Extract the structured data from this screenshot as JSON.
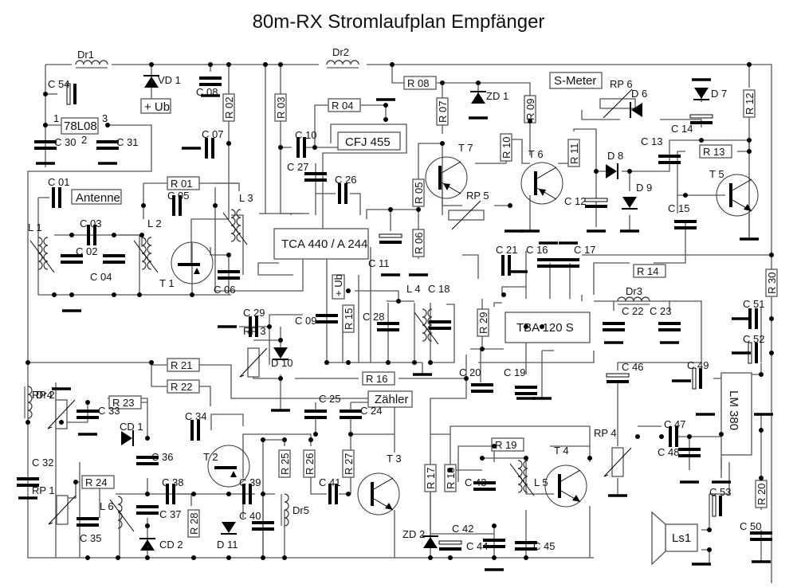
{
  "title": "80m-RX  Stromlaufplan Empfänger",
  "modules": {
    "regulator": "78L08",
    "ceramic_filter": "CFJ 455",
    "if_ic": "TCA 440 / A 244",
    "fm_demod_ic": "TBA 120 S",
    "audio_amp_ic": "LM 380",
    "speaker": "Ls1"
  },
  "terminals": {
    "antenna": "Antenne",
    "supply": "+ Ub",
    "supply2": "+ Ub",
    "s_meter": "S-Meter",
    "counter": "Zähler"
  },
  "regulator_pins": {
    "in": "1",
    "gnd": "2",
    "out": "3"
  },
  "resistors": [
    "R 01",
    "R 02",
    "R 03",
    "R 04",
    "R 05",
    "R 06",
    "R 07",
    "R 08",
    "R 09",
    "R 10",
    "R 11",
    "R 12",
    "R 13",
    "R 14",
    "R 15",
    "R 16",
    "R 17",
    "R 18",
    "R 19",
    "R 20",
    "R 21",
    "R 22",
    "R 23",
    "R 24",
    "R 25",
    "R 26",
    "R 27",
    "R 28",
    "R 29",
    "R 30"
  ],
  "potentiometers": [
    "RP 1",
    "RP 2",
    "RP 3",
    "RP 4",
    "RP 5",
    "RP 6"
  ],
  "capacitors": [
    "C 01",
    "C 02",
    "C 03",
    "C 04",
    "C 05",
    "C 06",
    "C 07",
    "C 08",
    "C 09",
    "C 10",
    "C 11",
    "C 12",
    "C 13",
    "C 14",
    "C 15",
    "C 16",
    "C 17",
    "C 18",
    "C 19",
    "C 20",
    "C 21",
    "C 22",
    "C 23",
    "C 24",
    "C 25",
    "C 26",
    "C 27",
    "C 28",
    "C 29",
    "C 30",
    "C 31",
    "C 32",
    "C 33",
    "C 34",
    "C 35",
    "C 36",
    "C 37",
    "C 38",
    "C 39",
    "C 40",
    "C 41",
    "C 42",
    "C 43",
    "C 44",
    "C 45",
    "C 46",
    "C 47",
    "C 48",
    "C 49",
    "C 50",
    "C 51",
    "C 52",
    "C 53",
    "C 54"
  ],
  "inductors": [
    "L 1",
    "L 2",
    "L 3",
    "L 4",
    "L 5",
    "L 6"
  ],
  "chokes": [
    "Dr. 1",
    "Dr. 2",
    "Dr. 3",
    "Dr. 4",
    "Dr. 5"
  ],
  "diodes": [
    "VD 1",
    "ZD 1",
    "ZD 2",
    "D 6",
    "D 7",
    "D 8",
    "D 9",
    "D 10",
    "D 11",
    "CD 1",
    "CD 2"
  ],
  "transistors": [
    "T 1",
    "T 2",
    "T 3",
    "T 4",
    "T 5",
    "T 6",
    "T 7"
  ]
}
